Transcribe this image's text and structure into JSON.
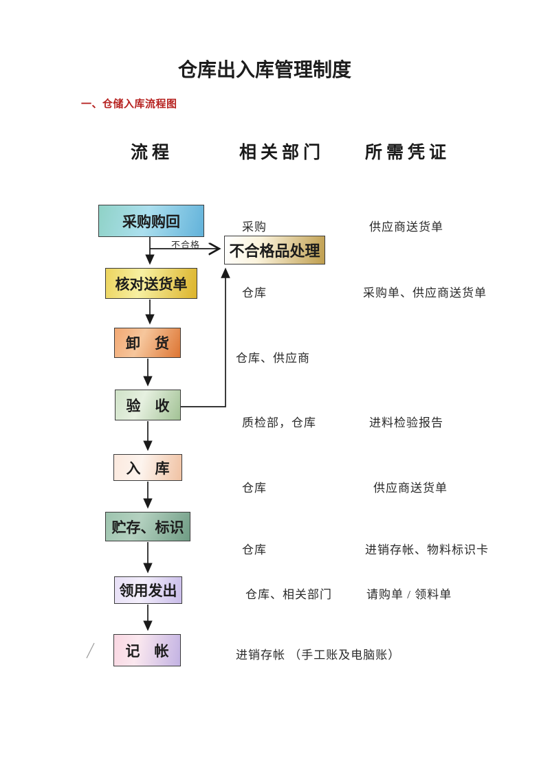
{
  "document": {
    "title": "仓库出入库管理制度",
    "section_heading": "一、仓储入库流程图"
  },
  "columns": {
    "process": "流程",
    "department": "相关部门",
    "voucher": "所需凭证"
  },
  "flow": {
    "steps": [
      {
        "label": "采购购回"
      },
      {
        "label": "核对送货单"
      },
      {
        "label": "卸　货"
      },
      {
        "label": "验　收"
      },
      {
        "label": "入　库"
      },
      {
        "label": "贮存、标识"
      },
      {
        "label": "领用发出"
      },
      {
        "label": "记　帐"
      }
    ],
    "reject": {
      "label": "不合格品处理"
    },
    "reject_arrow_label": "不合格"
  },
  "annotations": {
    "rows": [
      {
        "department": "采购",
        "voucher": "供应商送货单"
      },
      {
        "department": "仓库",
        "voucher": "采购单、供应商送货单"
      },
      {
        "department": "仓库、供应商",
        "voucher": ""
      },
      {
        "department": "质检部，仓库",
        "voucher": "进料检验报告"
      },
      {
        "department": "仓库",
        "voucher": "供应商送货单"
      },
      {
        "department": "仓库",
        "voucher": "进销存帐、物料标识卡"
      },
      {
        "department": "仓库、相关部门",
        "voucher": "请购单 / 领料单"
      },
      {
        "department": "进销存帐 （手工账及电脑账）",
        "voucher": ""
      }
    ]
  },
  "palette": {
    "heading_red": "#b6211f",
    "arrow_color": "#1a1a1a",
    "box_purchase_return": [
      "#8fd2c6",
      "#62b2da"
    ],
    "box_check_delivery": [
      "#ecd45e",
      "#dcb42c"
    ],
    "box_unload": [
      "#f2a873",
      "#dd7533"
    ],
    "box_inspect": [
      "#cfe2c7",
      "#a2c295"
    ],
    "box_warehouse_in": [
      "#fbe9de",
      "#f0c2a3"
    ],
    "box_store_label": [
      "#9dc4ae",
      "#6f9c84"
    ],
    "box_issue": [
      "#e7dff6",
      "#c9bce9"
    ],
    "box_bookkeeping": [
      "#f9d7e2",
      "#c3b3e3"
    ],
    "box_reject": [
      "#ffffff",
      "#bf9e4e"
    ]
  }
}
